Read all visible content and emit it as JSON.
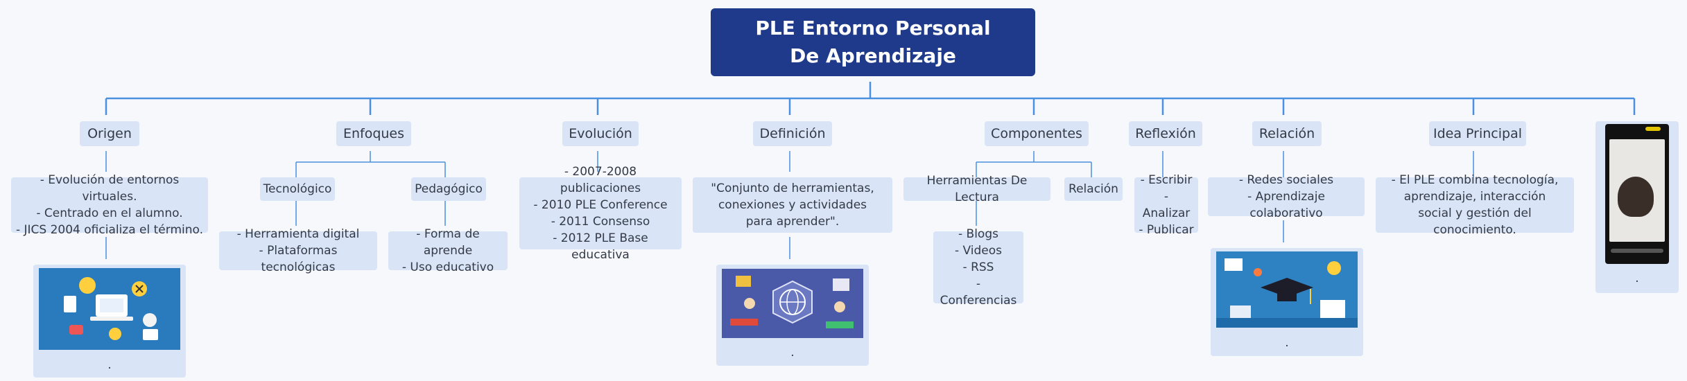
{
  "root": "PLE Entorno Personal De Aprendizaje",
  "origen": {
    "label": "Origen",
    "details": "- Evolución de entornos virtuales.\n- Centrado en el alumno.\n- JICS 2004 oficializa el término.",
    "caption": "."
  },
  "enfoques": {
    "label": "Enfoques",
    "tecnologico": {
      "label": "Tecnológico",
      "details": "- Herramienta digital\n- Plataformas tecnológicas"
    },
    "pedagogico": {
      "label": "Pedagógico",
      "details": "- Forma de aprende\n- Uso educativo"
    }
  },
  "evolucion": {
    "label": "Evolución",
    "details": "- 2007-2008 publicaciones\n- 2010 PLE Conference\n- 2011 Consenso\n- 2012 PLE Base educativa"
  },
  "definicion": {
    "label": "Definición",
    "details": "\"Conjunto de herramientas, conexiones y actividades para aprender\".",
    "caption": "."
  },
  "componentes": {
    "label": "Componentes",
    "herramientas": {
      "label": "Herramientas De Lectura",
      "details": "- Blogs\n- Videos\n- RSS\n- Conferencias"
    },
    "relacion": {
      "label": "Relación"
    }
  },
  "reflexion": {
    "label": "Reflexión",
    "details": "- Escribir\n- Analizar\n- Publicar"
  },
  "relacion": {
    "label": "Relación",
    "details": "- Redes sociales\n- Aprendizaje colaborativo",
    "caption": "."
  },
  "idea": {
    "label": "Idea Principal",
    "details": "- El PLE combina tecnología, aprendizaje, interacción social y gestión del conocimiento."
  },
  "phone": {
    "caption": "."
  },
  "colors": {
    "root": "#1f3a8a",
    "node": "#d9e5f7",
    "line": "#4a8fe0",
    "background": "#f6f8fb"
  }
}
